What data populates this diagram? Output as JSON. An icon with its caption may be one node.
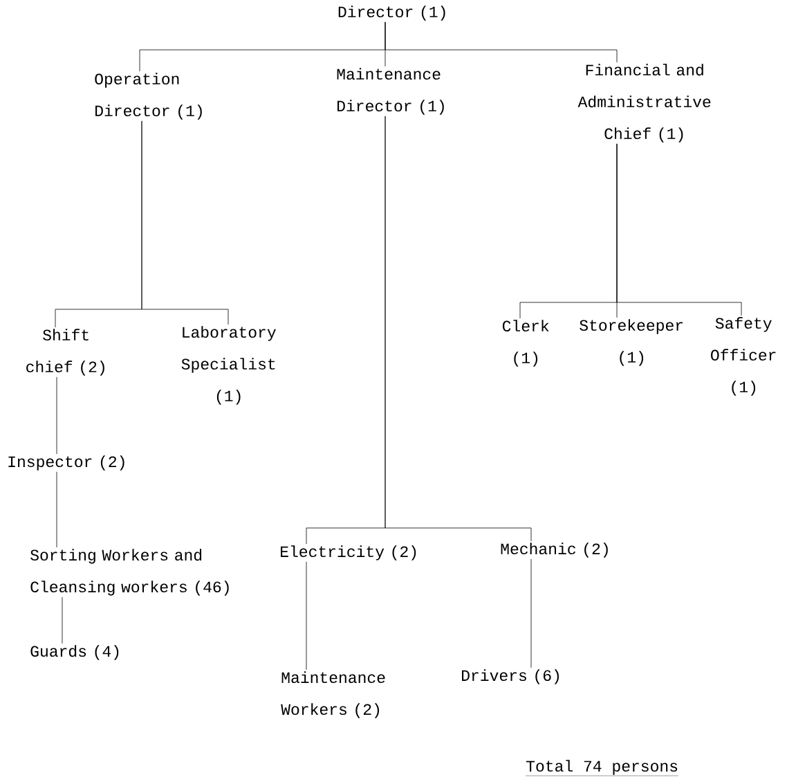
{
  "diagram": {
    "nodes": [
      {
        "text": [
          "Director (1)"
        ]
      },
      {
        "text": [
          "Operation Director (1)"
        ]
      },
      {
        "text": [
          "Maintenance Director (1)"
        ]
      },
      {
        "text": [
          "Financial and Administrative Chief (1)"
        ]
      },
      {
        "text": [
          "Shift chief (2)"
        ]
      },
      {
        "text": [
          "Laboratory Specialist (1)"
        ]
      },
      {
        "text": [
          "Inspector (2)"
        ]
      },
      {
        "text": [
          "Sorting Workers and Cleansing workers (46)"
        ]
      },
      {
        "text": [
          "Guards (4)"
        ]
      },
      {
        "text": [
          "Electricity (2)"
        ]
      },
      {
        "text": [
          "Mechanic (2)"
        ]
      },
      {
        "text": [
          "Maintenance Workers (2)"
        ]
      },
      {
        "text": [
          "Drivers (6)"
        ]
      },
      {
        "text": [
          "Clerk (1)"
        ]
      },
      {
        "text": [
          "Storekeeper (1)"
        ]
      },
      {
        "text": [
          "Safety Officer (1)"
        ]
      }
    ],
    "edges": [
      {
        "from": 0,
        "to": 1,
        "arrow": "none"
      },
      {
        "from": 0,
        "to": 2,
        "arrow": "none"
      },
      {
        "from": 0,
        "to": 3,
        "arrow": "none"
      },
      {
        "from": 1,
        "to": 4,
        "arrow": "none"
      },
      {
        "from": 1,
        "to": 5,
        "arrow": "none"
      },
      {
        "from": 4,
        "to": 6,
        "arrow": "none"
      },
      {
        "from": 6,
        "to": 7,
        "arrow": "none"
      },
      {
        "from": 7,
        "to": 8,
        "arrow": "none"
      },
      {
        "from": 2,
        "to": 9,
        "arrow": "none"
      },
      {
        "from": 2,
        "to": 10,
        "arrow": "none"
      },
      {
        "from": 9,
        "to": 11,
        "arrow": "none"
      },
      {
        "from": 10,
        "to": 12,
        "arrow": "none"
      },
      {
        "from": 3,
        "to": 13,
        "arrow": "none"
      },
      {
        "from": 3,
        "to": 14,
        "arrow": "none"
      },
      {
        "from": 3,
        "to": 15,
        "arrow": "none"
      }
    ],
    "labels": [
      "Total 74 persons"
    ]
  }
}
